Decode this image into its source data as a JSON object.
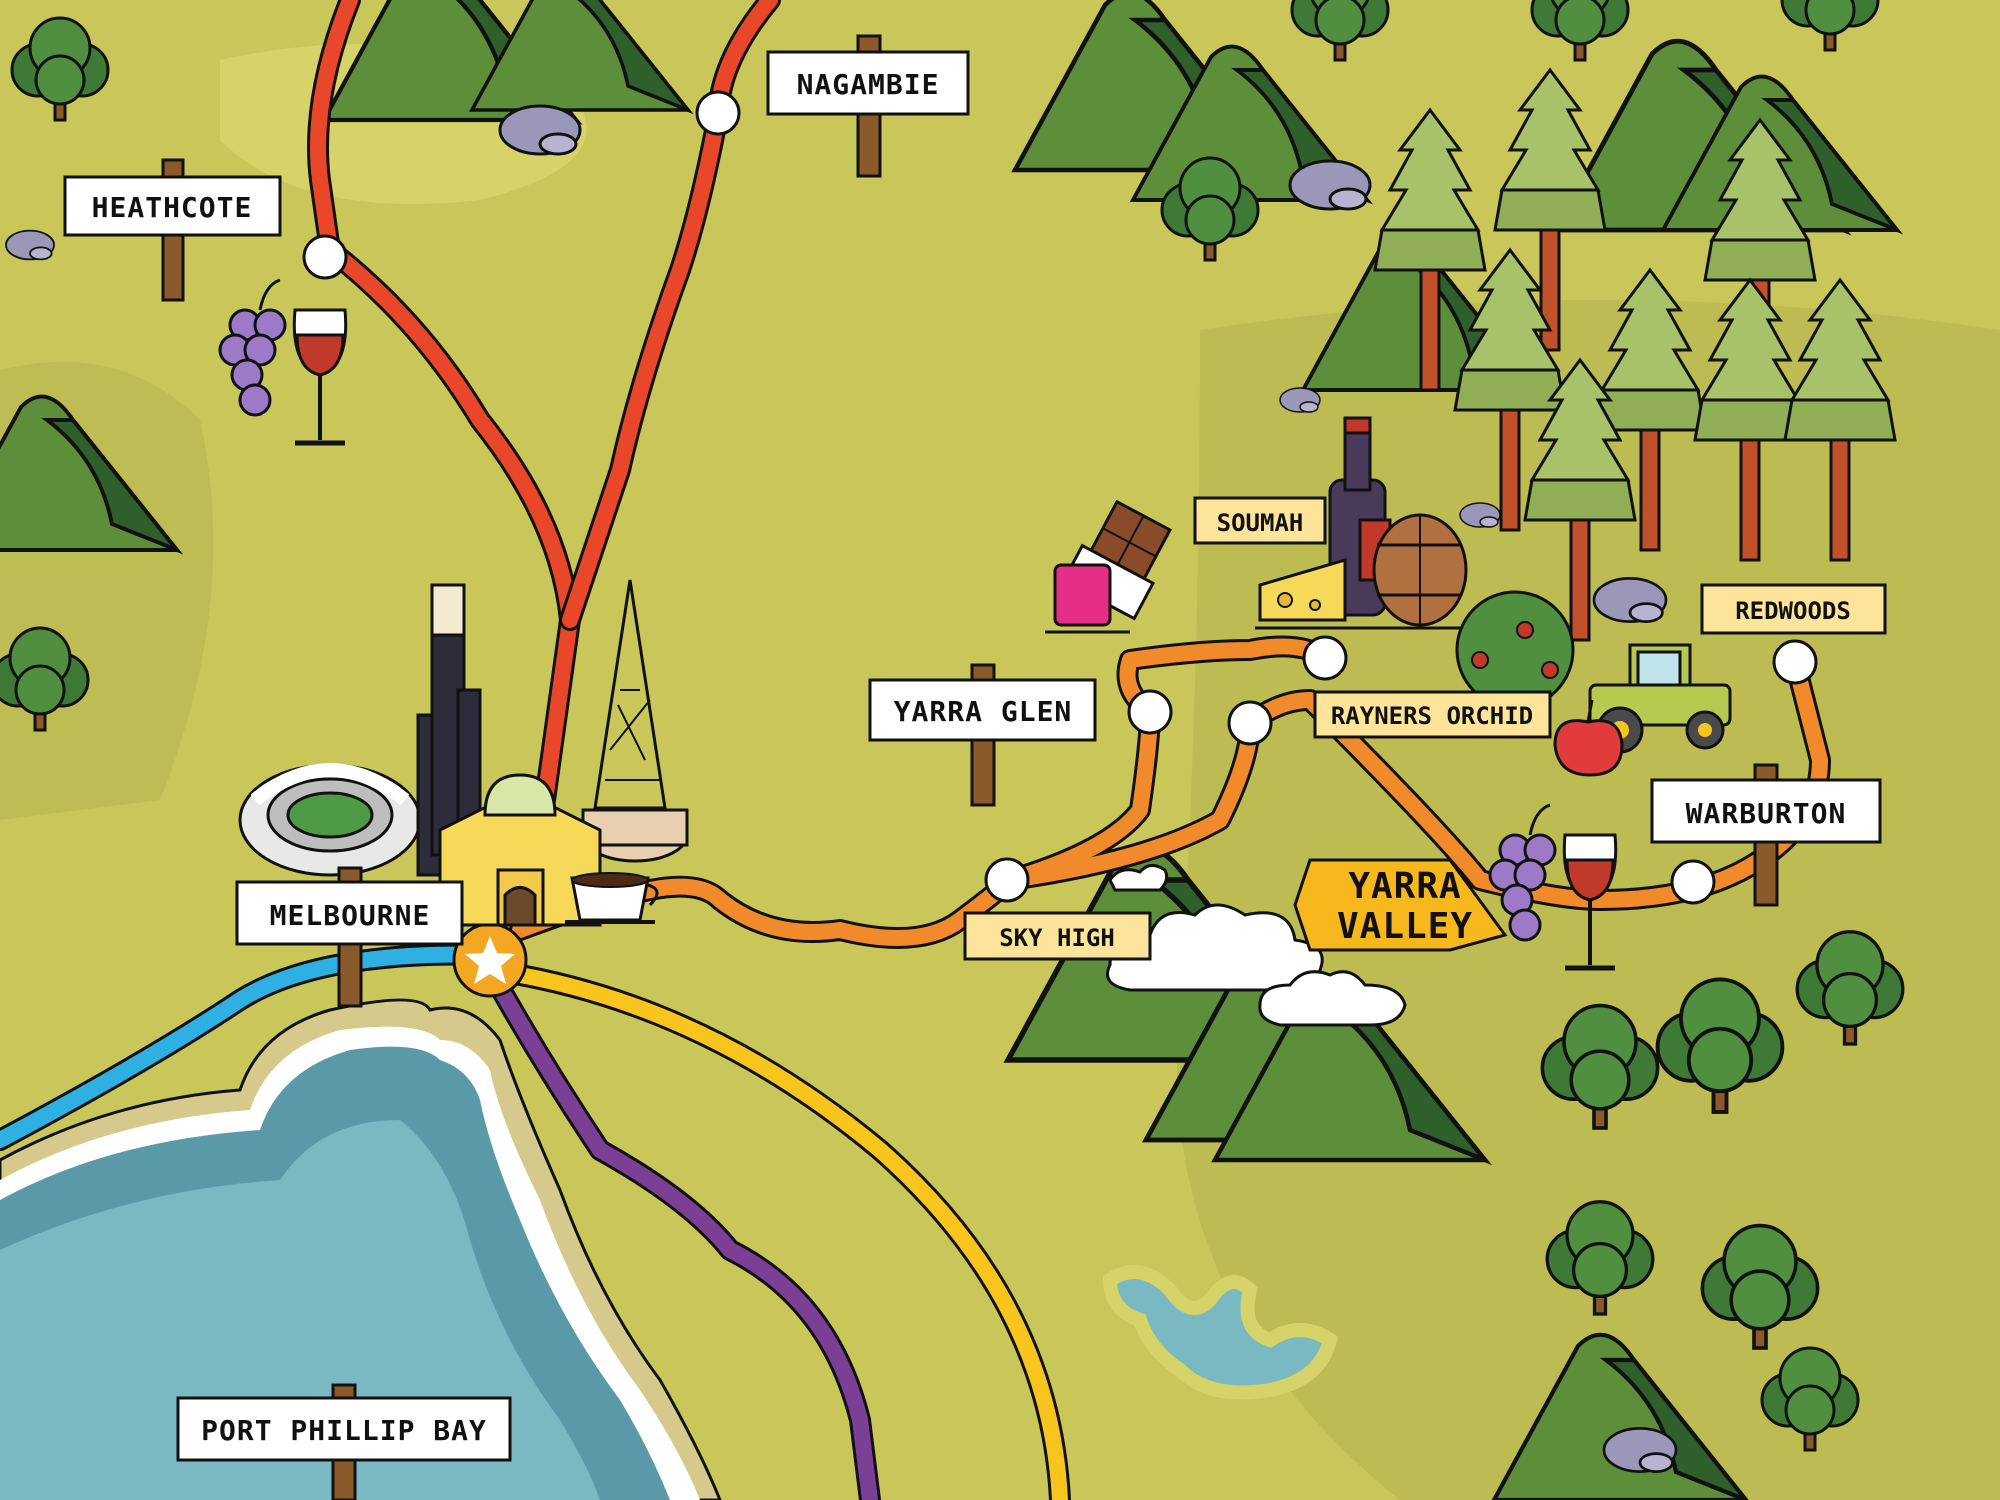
{
  "map": {
    "region": "Yarra Valley",
    "colors": {
      "land": "#c9c65a",
      "land_light": "#d6d468",
      "water": "#7ab8c2",
      "water_dark": "#5a9aa8",
      "route_red": "#e8472a",
      "route_orange": "#f08a2a",
      "route_yellow": "#f7c51e",
      "route_purple": "#7b3f96",
      "route_blue": "#2fb0e3",
      "tree_green": "#3e7a35",
      "mountain_green": "#5d8f3a"
    },
    "signs": [
      {
        "id": "heathcote",
        "label": "HEATHCOTE"
      },
      {
        "id": "nagambie",
        "label": "NAGAMBIE"
      },
      {
        "id": "yarra-glen",
        "label": "YARRA GLEN"
      },
      {
        "id": "melbourne",
        "label": "MELBOURNE"
      },
      {
        "id": "warburton",
        "label": "WARBURTON"
      },
      {
        "id": "port-phillip-bay",
        "label": "PORT PHILLIP BAY"
      }
    ],
    "tags": [
      {
        "id": "soumah",
        "label": "SOUMAH"
      },
      {
        "id": "redwoods",
        "label": "REDWOODS"
      },
      {
        "id": "rayners-orchid",
        "label": "RAYNERS ORCHID"
      },
      {
        "id": "sky-high",
        "label": "SKY HIGH"
      }
    ],
    "region_banner": {
      "line1": "YARRA",
      "line2": "VALLEY"
    },
    "icons": [
      "wine-grapes-icon",
      "chocolate-jam-icon",
      "wine-cheese-barrel-icon",
      "apple-tree-icon",
      "tractor-icon",
      "apple-icon",
      "stadium-icon",
      "skyscraper-icon",
      "station-dome-icon",
      "arts-spire-icon",
      "coffee-cup-icon",
      "start-star-icon"
    ]
  }
}
